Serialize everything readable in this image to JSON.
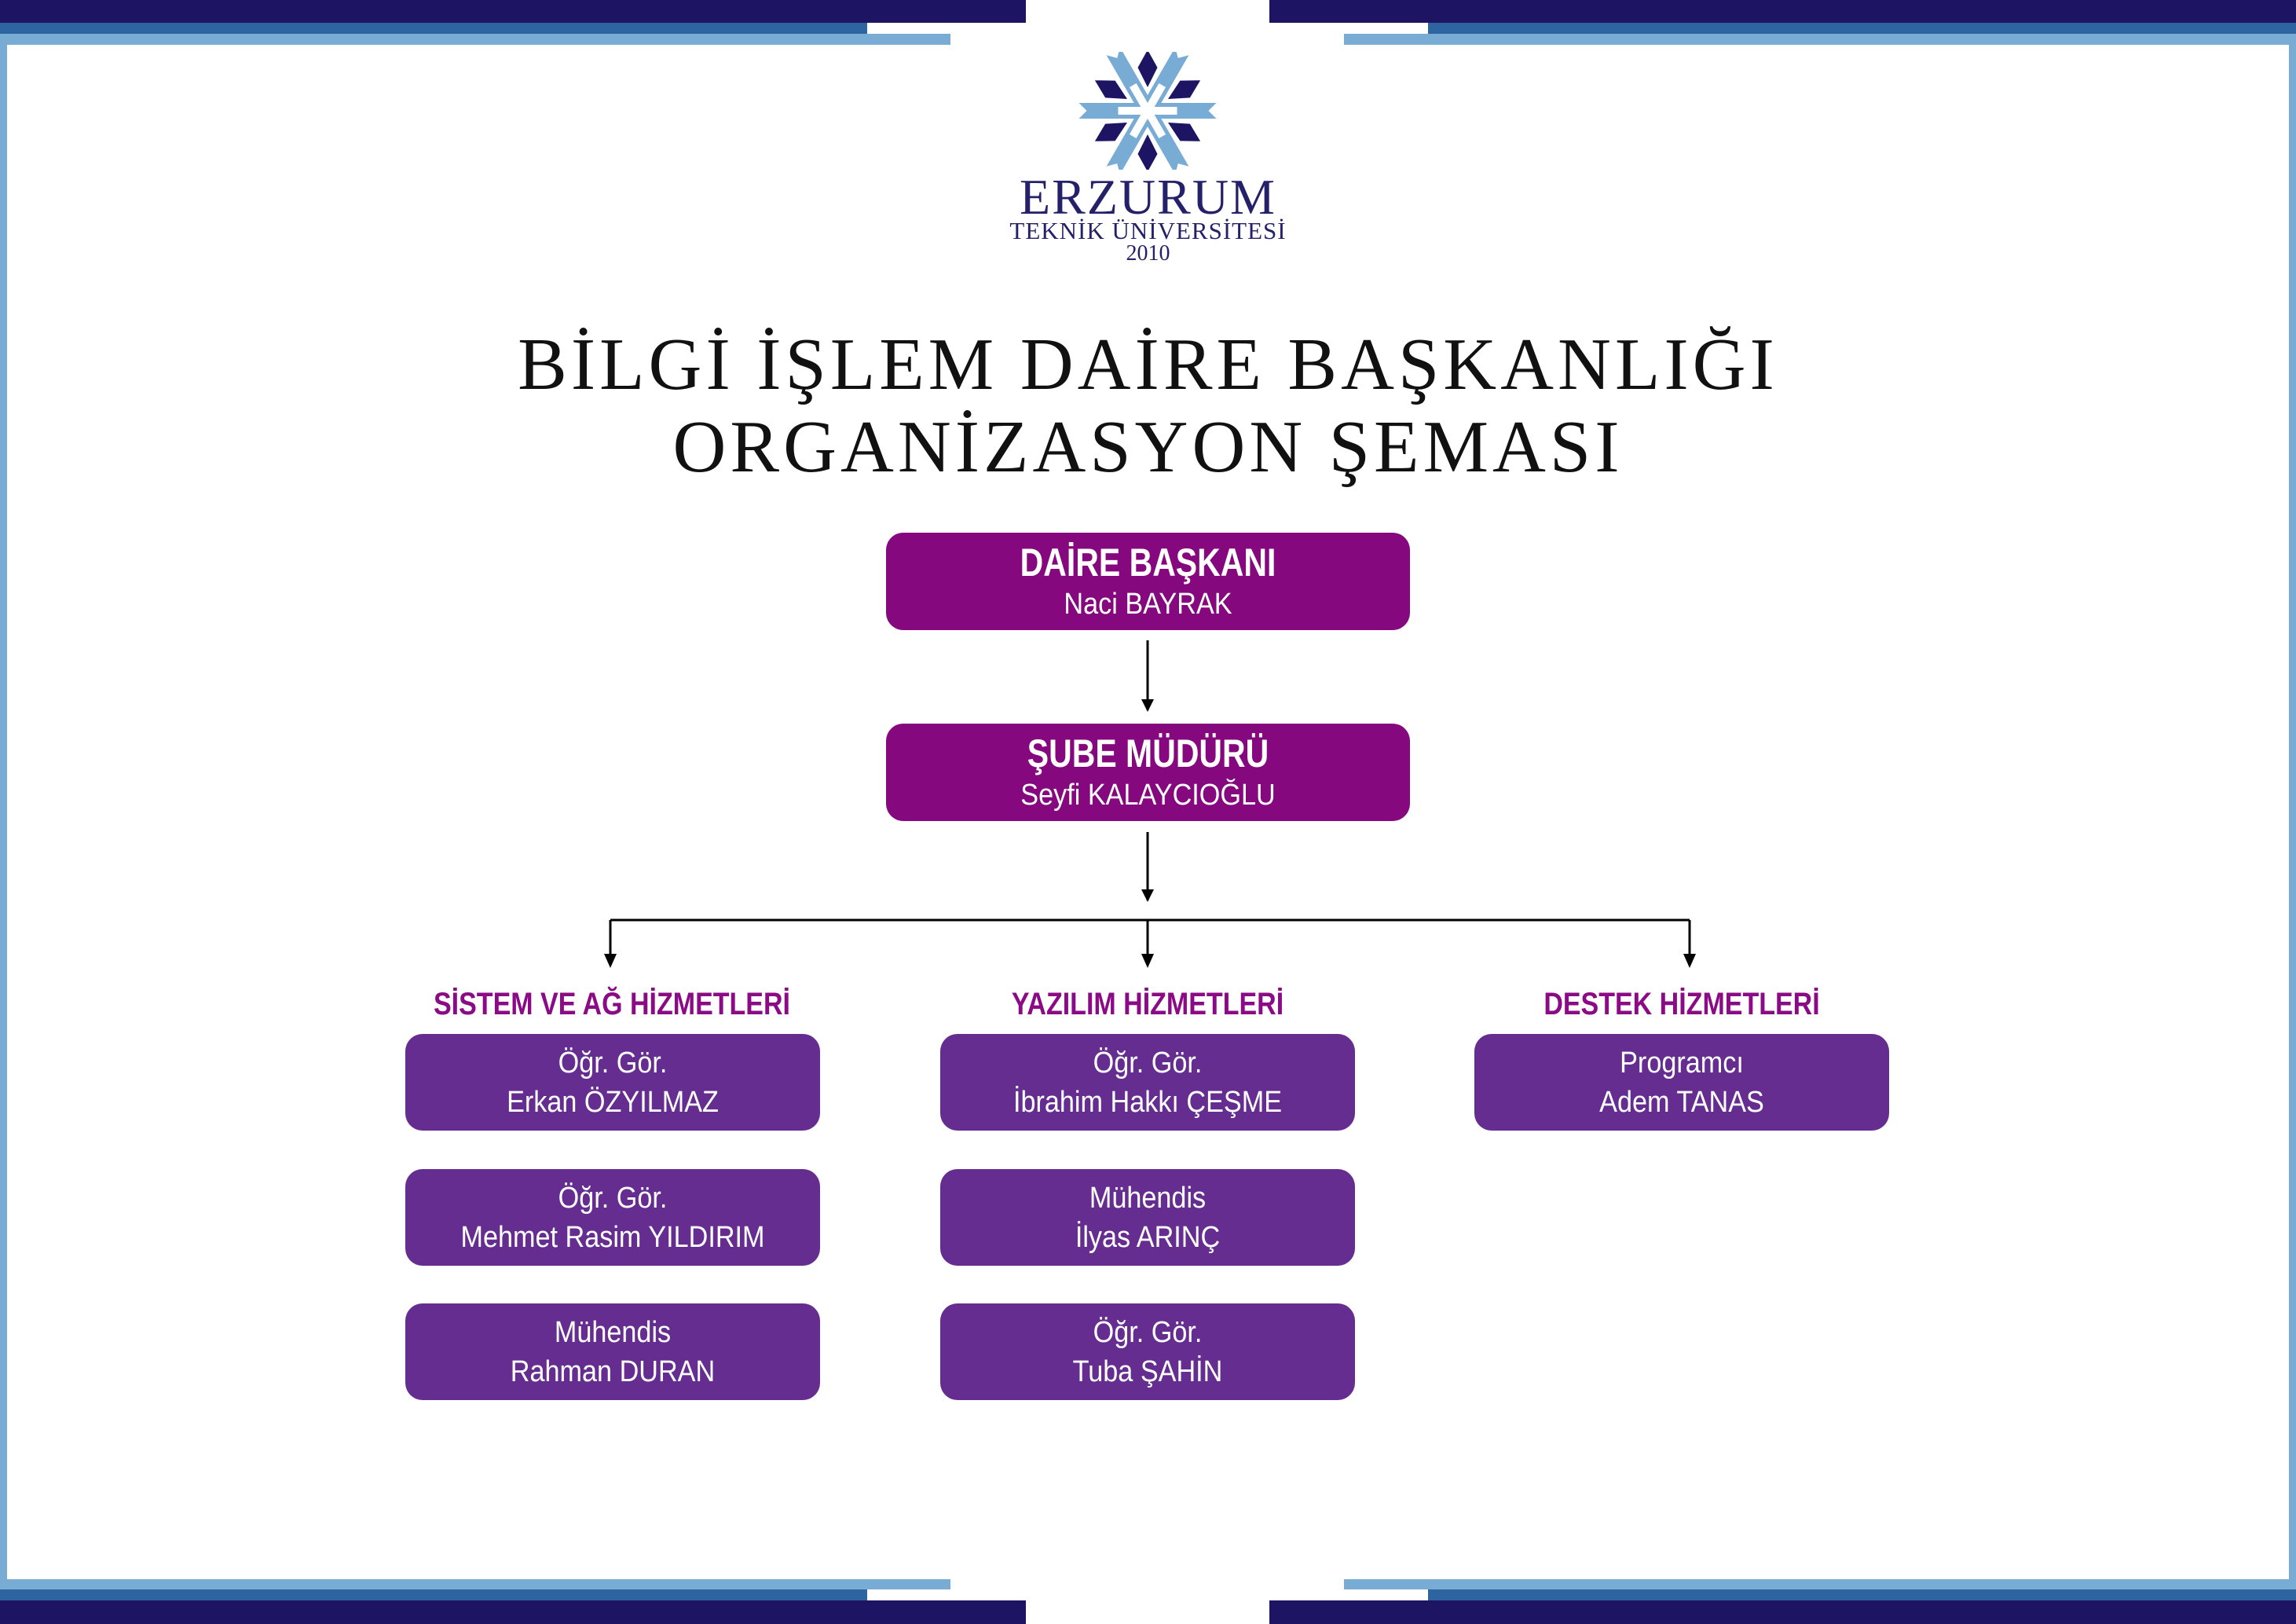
{
  "logo": {
    "name": "ERZURUM",
    "subtitle": "TEKNİK ÜNİVERSİTESİ",
    "year": "2010"
  },
  "title": {
    "line1": "BİLGİ İŞLEM DAİRE BAŞKANLIĞI",
    "line2": "ORGANİZASYON ŞEMASI"
  },
  "head": {
    "role": "DAİRE BAŞKANI",
    "name": "Naci BAYRAK"
  },
  "manager": {
    "role": "ŞUBE MÜDÜRÜ",
    "name": "Seyfi KALAYCIOĞLU"
  },
  "departments": [
    {
      "title": "SİSTEM VE AĞ HİZMETLERİ",
      "staff": [
        {
          "title": "Öğr. Gör.",
          "name": "Erkan ÖZYILMAZ"
        },
        {
          "title": "Öğr. Gör.",
          "name": "Mehmet Rasim YILDIRIM"
        },
        {
          "title": "Mühendis",
          "name": "Rahman DURAN"
        }
      ]
    },
    {
      "title": "YAZILIM HİZMETLERİ",
      "staff": [
        {
          "title": "Öğr. Gör.",
          "name": "İbrahim Hakkı ÇEŞME"
        },
        {
          "title": "Mühendis",
          "name": "İlyas ARINÇ"
        },
        {
          "title": "Öğr. Gör.",
          "name": "Tuba ŞAHİN"
        }
      ]
    },
    {
      "title": "DESTEK HİZMETLERİ",
      "staff": [
        {
          "title": "Programcı",
          "name": "Adem TANAS"
        }
      ]
    }
  ],
  "colors": {
    "navy": "#1e1464",
    "blue": "#2e64a0",
    "light_blue": "#79acd4",
    "top_box": "#85087e",
    "staff_box": "#662d91",
    "dept_heading": "#8b0a86"
  }
}
